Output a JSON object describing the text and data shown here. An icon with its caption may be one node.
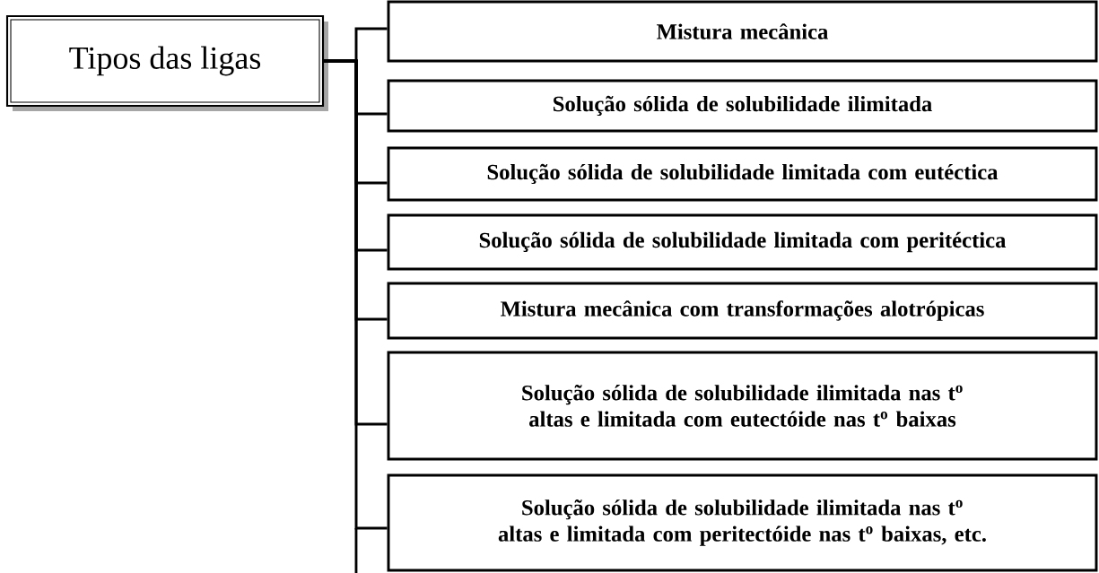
{
  "diagram": {
    "nodes": [
      {
        "text": [
          "Tipos das ligas"
        ]
      },
      {
        "text": [
          "Mistura mecânica"
        ]
      },
      {
        "text": [
          "Solução sólida de solubilidade ilimitada"
        ]
      },
      {
        "text": [
          "Solução sólida de solubilidade limitada com eutéctica"
        ]
      },
      {
        "text": [
          "Solução sólida de solubilidade limitada com peritéctica"
        ]
      },
      {
        "text": [
          "Mistura mecânica com transformações alotrópicas"
        ]
      },
      {
        "text": [
          "Solução sólida de solubilidade ilimitada nas t$^{o}$ altas e limitada com eutectóide nas t$^{o}$ baixas"
        ]
      },
      {
        "text": [
          "Solução sólida de solubilidade ilimitada nas t$^{o}$ altas e limitada com peritectóide nas t$^{o}$ baixas, etc."
        ]
      }
    ],
    "edges": [
      {
        "from": 0,
        "to": 1,
        "arrow": "none"
      },
      {
        "from": 0,
        "to": 2,
        "arrow": "none"
      },
      {
        "from": 0,
        "to": 3,
        "arrow": "none"
      },
      {
        "from": 0,
        "to": 4,
        "arrow": "none"
      },
      {
        "from": 0,
        "to": 5,
        "arrow": "none"
      },
      {
        "from": 0,
        "to": 6,
        "arrow": "none"
      },
      {
        "from": 0,
        "to": 7,
        "arrow": "none"
      }
    ]
  }
}
